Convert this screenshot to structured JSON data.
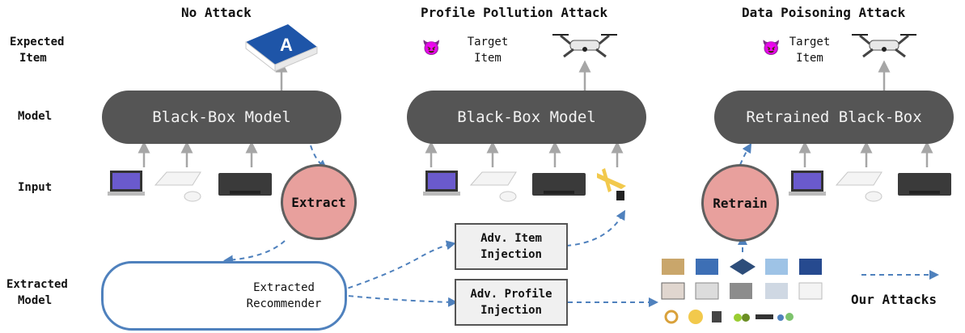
{
  "headers": {
    "no_attack": "No Attack",
    "profile_pollution": "Profile Pollution Attack",
    "data_poisoning": "Data Poisoning Attack"
  },
  "row_labels": {
    "expected_item_1": "Expected",
    "expected_item_2": "Item",
    "model": "Model",
    "input": "Input",
    "extracted_model_1": "Extracted",
    "extracted_model_2": "Model"
  },
  "models": {
    "left": "Black-Box Model",
    "middle": "Black-Box Model",
    "right": "Retrained Black-Box"
  },
  "target_item": {
    "line1": "Target",
    "line2": "Item"
  },
  "extract_label": "Extract",
  "retrain_label": "Retrain",
  "adv_item": {
    "line1": "Adv. Item",
    "line2": "Injection"
  },
  "adv_profile": {
    "line1": "Adv. Profile",
    "line2": "Injection"
  },
  "extracted_recommender": {
    "line1": "Extracted",
    "line2": "Recommender"
  },
  "legend_label": "Our Attacks",
  "colors": {
    "model_fill": "#555555",
    "arrow_gray": "#a6a6a6",
    "dashed_blue": "#4f81bd",
    "circle_fill": "#e8a09d",
    "nn_node": "#c6e0b4"
  },
  "icons": {
    "expected_left": "paper-ream-icon",
    "expected_drone": "drone-icon",
    "devil": "devil-face-icon",
    "inputs": [
      "laptop-icon",
      "keyboard-mouse-icon",
      "printer-icon"
    ],
    "injected_item": "toy-plane-icon",
    "neural_network": "neural-network-icon",
    "poison_items": "product-grid-icon"
  }
}
